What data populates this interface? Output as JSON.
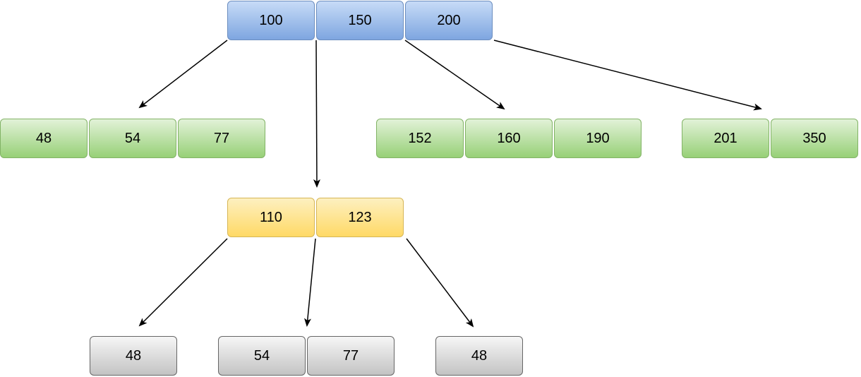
{
  "diagram": {
    "root": {
      "keys": [
        "100",
        "150",
        "200"
      ],
      "color": "#7ea6e0"
    },
    "level1": [
      {
        "keys": [
          "48",
          "54",
          "77"
        ],
        "color": "#97d077"
      },
      {
        "keys": [
          "152",
          "160",
          "190"
        ],
        "color": "#97d077"
      },
      {
        "keys": [
          "201",
          "350"
        ],
        "color": "#97d077"
      }
    ],
    "middle": {
      "keys": [
        "110",
        "123"
      ],
      "color": "#ffd966"
    },
    "level3": [
      {
        "keys": [
          "48"
        ],
        "color": "#c3c3c3"
      },
      {
        "keys": [
          "54",
          "77"
        ],
        "color": "#c3c3c3"
      },
      {
        "keys": [
          "48"
        ],
        "color": "#c3c3c3"
      }
    ]
  }
}
